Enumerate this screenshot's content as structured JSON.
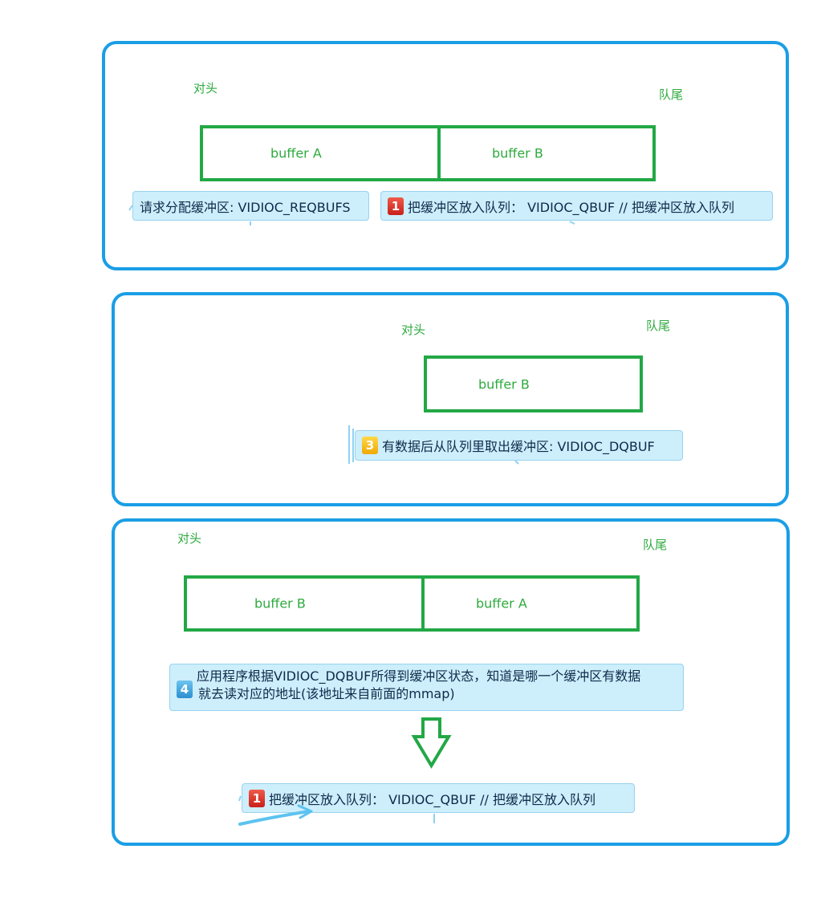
{
  "panel1": {
    "head_label": "对头",
    "tail_label": "队尾",
    "buffers": [
      "buffer A",
      "buffer B"
    ],
    "topic_reqbufs": "请求分配缓冲区: VIDIOC_REQBUFS",
    "topic_qbuf": {
      "badge": "1",
      "text": "把缓冲区放入队列：  VIDIOC_QBUF    // 把缓冲区放入队列"
    }
  },
  "panel2": {
    "head_label": "对头",
    "tail_label": "队尾",
    "buffers": [
      "buffer B"
    ],
    "topic_dqbuf": {
      "badge": "3",
      "text": "有数据后从队列里取出缓冲区: VIDIOC_DQBUF"
    }
  },
  "panel3": {
    "head_label": "对头",
    "tail_label": "队尾",
    "buffers": [
      "buffer B",
      "buffer  A"
    ],
    "topic_app": {
      "badge": "4",
      "line1": "应用程序根据VIDIOC_DQBUF所得到缓冲区状态，知道是哪一个缓冲区有数据",
      "line2": "就去读对应的地址(该地址来自前面的mmap)"
    },
    "topic_qbuf": {
      "badge": "1",
      "text": "把缓冲区放入队列：  VIDIOC_QBUF    // 把缓冲区放入队列"
    }
  },
  "colors": {
    "panel_border": "#1a9ee6",
    "buffer_border": "#22a845",
    "label_text": "#2eaa3e",
    "topic_bg": "#cdeefb",
    "badge_red": "#d9332a",
    "badge_yellow": "#f5b800",
    "badge_blue": "#2c8fd0"
  },
  "icons": [
    "down-arrow-icon",
    "curved-arrow-icon"
  ]
}
